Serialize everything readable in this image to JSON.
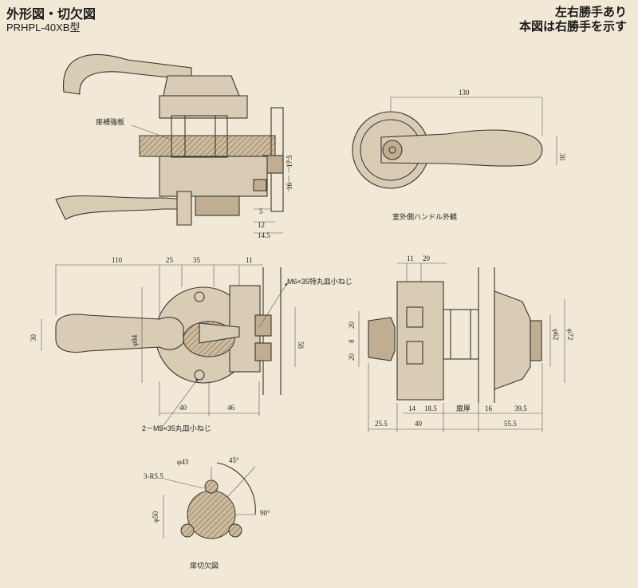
{
  "header": {
    "title": "外形図・切欠図",
    "model": "PRHPL-40XB型",
    "note_line1": "左右勝手あり",
    "note_line2": "本図は右勝手を示す"
  },
  "labels": {
    "door_reinforcement": "扉補強板",
    "outdoor_handle": "室外側ハンドル外観",
    "screw_m6": "M6×35特丸皿小ねじ",
    "screw_m5": "2－M5×35丸皿小ねじ",
    "door_cutout": "扉切欠図",
    "door_thickness": "扉厚"
  },
  "dimensions": {
    "d_17_5": "17.5",
    "d_16": "16",
    "d_5": "5",
    "d_12": "12",
    "d_14_5": "14.5",
    "d_130": "130",
    "d_30_a": "30",
    "d_110": "110",
    "d_25": "25",
    "d_35": "35",
    "d_11_a": "11",
    "d_30_b": "30",
    "d_phi94": "φ94",
    "d_58": "58",
    "d_40_a": "40",
    "d_46": "46",
    "d_11_b": "11",
    "d_20_a": "20",
    "d_20_b": "20",
    "d_8": "8",
    "d_20_c": "20",
    "d_phi62": "φ62",
    "d_phi72": "φ72",
    "d_14": "14",
    "d_18_5": "18.5",
    "d_16_b": "16",
    "d_39_5": "39.5",
    "d_25_5": "25.5",
    "d_40_b": "40",
    "d_55_5": "55.5",
    "d_3r5_5": "3-R5.5",
    "d_phi43": "φ43",
    "d_45": "45°",
    "d_phi50": "φ50",
    "d_90": "90°"
  }
}
